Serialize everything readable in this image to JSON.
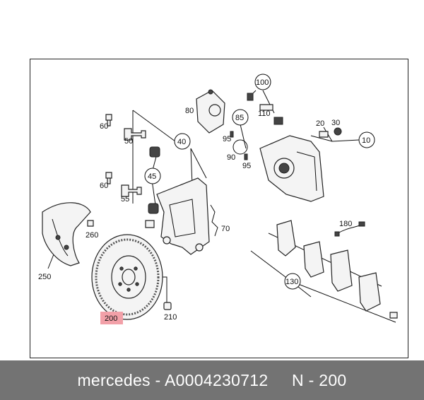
{
  "diagram": {
    "part_labels": [
      "60",
      "50",
      "60",
      "55",
      "45",
      "80",
      "100",
      "110",
      "85",
      "95",
      "90",
      "95",
      "40",
      "20",
      "30",
      "10",
      "260",
      "250",
      "70",
      "180",
      "130",
      "200",
      "210"
    ],
    "highlighted_label": "200",
    "highlight_color": "#f2a0a8"
  },
  "footer": {
    "brand": "mercedes",
    "separator1": "-",
    "part_number": "A0004230712",
    "position_label": "N",
    "separator2": "-",
    "position_number": "200",
    "background": "#737373"
  }
}
